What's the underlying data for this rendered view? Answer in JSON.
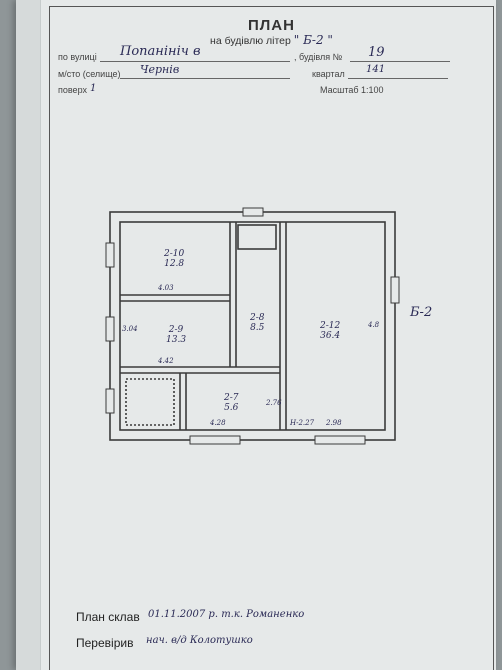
{
  "header": {
    "title": "ПЛАН",
    "subtitle": "на будівлю літер",
    "letter_value": "\" Б-2 \""
  },
  "fields": {
    "street_label": "по вулиці",
    "street_value": "Попанініч в",
    "building_label": ", будівля №",
    "building_value": "19",
    "city_label": "м/сто (селище)",
    "city_value": "Чернів",
    "block_label": "квартал",
    "block_value": "141",
    "floor_label": "поверх",
    "floor_value": "1",
    "scale_label": "Масштаб 1:100"
  },
  "plan": {
    "building_letter": "Б-2",
    "rooms": [
      {
        "code": "2-10",
        "area": "12.8"
      },
      {
        "code": "2-9",
        "area": "13.3"
      },
      {
        "code": "2-8",
        "area": "8.5"
      },
      {
        "code": "2-7",
        "area": "5.6"
      },
      {
        "code": "2-12",
        "area": "36.4"
      }
    ],
    "dimensions": [
      "4.03",
      "3.04",
      "4.42",
      "4.28",
      "2.76",
      "2.98",
      "4.8",
      "H-2.27"
    ]
  },
  "footer": {
    "compiled_label": "План склав",
    "compiled_value": "01.11.2007 р. т.к. Романенко",
    "checked_label": "Перевірив",
    "checked_value": "нач. в/д Колотушко"
  }
}
